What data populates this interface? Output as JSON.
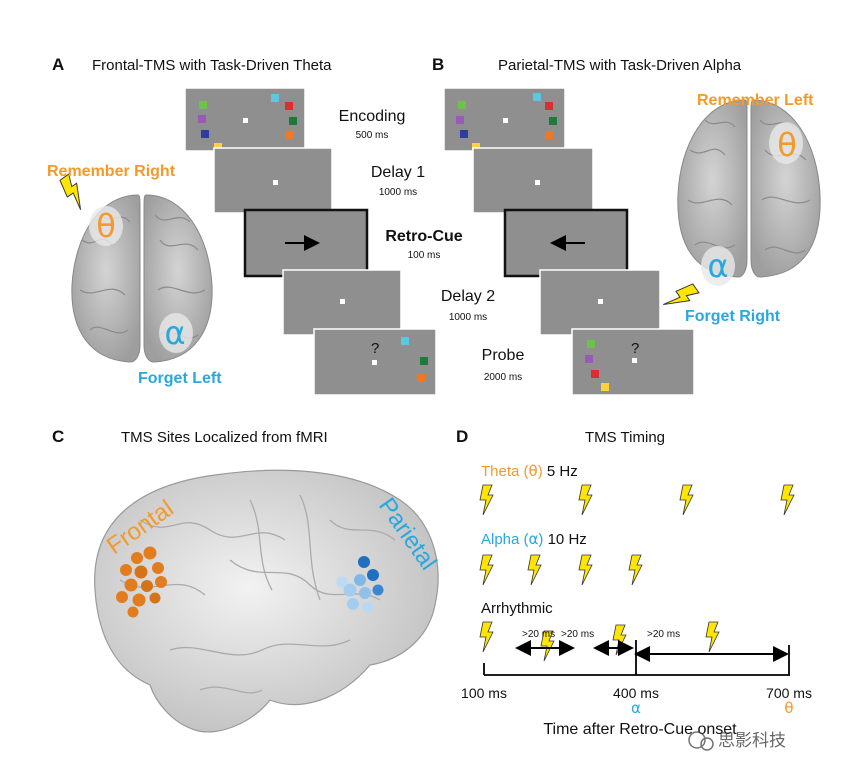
{
  "panels": {
    "A": {
      "letter": "A",
      "title": "Frontal-TMS with Task-Driven Theta",
      "remember": "Remember Right",
      "forget": "Forget Left",
      "theta": "θ",
      "alpha": "α"
    },
    "B": {
      "letter": "B",
      "title": "Parietal-TMS with Task-Driven Alpha",
      "remember": "Remember Left",
      "forget": "Forget Right",
      "theta": "θ",
      "alpha": "α"
    },
    "C": {
      "letter": "C",
      "title": "TMS Sites Localized from fMRI",
      "frontal": "Frontal",
      "parietal": "Parietal"
    },
    "D": {
      "letter": "D",
      "title": "TMS Timing"
    }
  },
  "trial": {
    "encoding": {
      "label": "Encoding",
      "time": "500 ms"
    },
    "delay1": {
      "label": "Delay 1",
      "time": "1000 ms"
    },
    "retrocue": {
      "label": "Retro-Cue",
      "time": "100 ms"
    },
    "delay2": {
      "label": "Delay 2",
      "time": "1000 ms"
    },
    "probe": {
      "label": "Probe",
      "time": "2000 ms",
      "mark": "?"
    }
  },
  "timing": {
    "theta_word": "Theta (",
    "theta_sym": "θ",
    "theta_close": ")",
    "theta_rate": " 5 Hz",
    "alpha_word": "Alpha (",
    "alpha_sym": "α",
    "alpha_close": ")",
    "alpha_rate": " 10 Hz",
    "arrhythmic": "Arrhythmic",
    "gap": ">20 ms",
    "tick_100": "100 ms",
    "tick_400": "400 ms",
    "tick_700": "700 ms",
    "tick_400_sym": "α",
    "tick_700_sym": "θ",
    "xlabel": "Time after Retro-Cue onset"
  },
  "watermark": "思影科技",
  "colors": {
    "orange": "#f39a2b",
    "blue": "#29a8e0",
    "bolt": "#ffe500",
    "screen": "#8f8f8f"
  }
}
